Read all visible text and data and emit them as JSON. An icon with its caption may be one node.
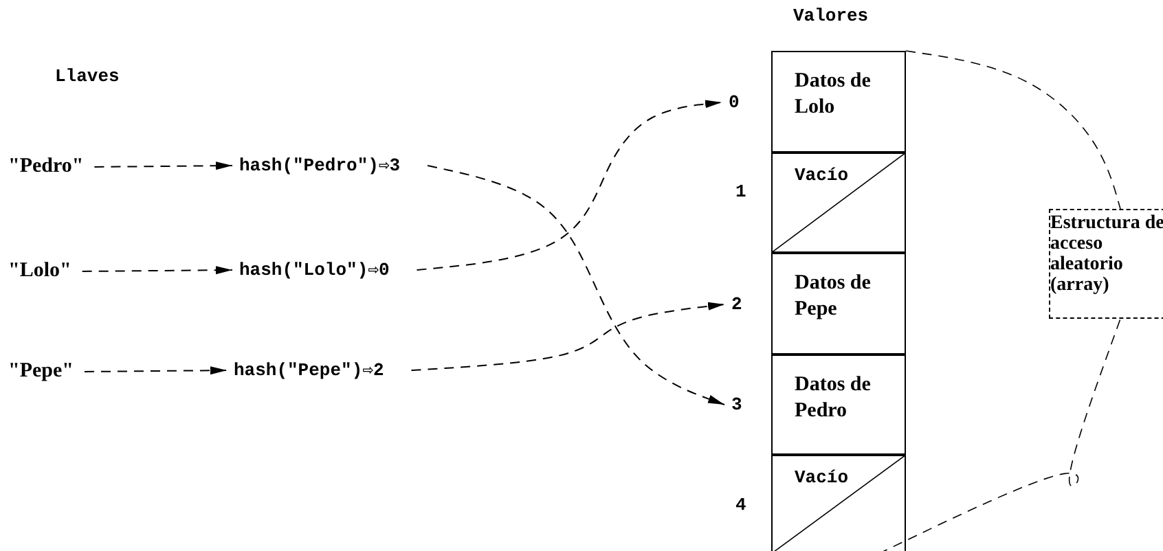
{
  "diagram": {
    "nodes": [
      {
        "text": [
          "\"Pedro\""
        ]
      },
      {
        "text": [
          "hash(\"Pedro\")⇨3"
        ]
      },
      {
        "text": [
          "\"Lolo\""
        ]
      },
      {
        "text": [
          "hash(\"Lolo\")⇨0"
        ]
      },
      {
        "text": [
          "\"Pepe\""
        ]
      },
      {
        "text": [
          "hash(\"Pepe\")⇨2"
        ]
      },
      {
        "text": [
          "0"
        ]
      },
      {
        "text": [
          "2"
        ]
      },
      {
        "text": [
          "3"
        ]
      },
      {
        "text": [
          "Datos de Lolo"
        ]
      },
      {
        "text": [
          "Vacío"
        ]
      },
      {
        "text": [
          "Datos de Pepe"
        ]
      },
      {
        "text": [
          "Datos de Pedro"
        ]
      },
      {
        "text": [
          "Vacío"
        ]
      },
      {
        "text": [
          "Estructura de acceso aleatorio (array)"
        ]
      }
    ],
    "edges": [
      {
        "from": 0,
        "to": 1,
        "arrow": "to",
        "style": "dashed"
      },
      {
        "from": 2,
        "to": 3,
        "arrow": "to",
        "style": "dashed"
      },
      {
        "from": 4,
        "to": 5,
        "arrow": "to",
        "style": "dashed"
      },
      {
        "from": 1,
        "to": 8,
        "arrow": "to",
        "style": "dashed"
      },
      {
        "from": 3,
        "to": 6,
        "arrow": "to",
        "style": "dashed"
      },
      {
        "from": 5,
        "to": 7,
        "arrow": "to",
        "style": "dashed"
      },
      {
        "from": 9,
        "to": 14,
        "arrow": "none",
        "style": "dashed"
      },
      {
        "from": 13,
        "to": 14,
        "arrow": "none",
        "style": "dashed"
      }
    ],
    "labels": [
      "Valores",
      "Llaves",
      "1",
      "4"
    ]
  }
}
